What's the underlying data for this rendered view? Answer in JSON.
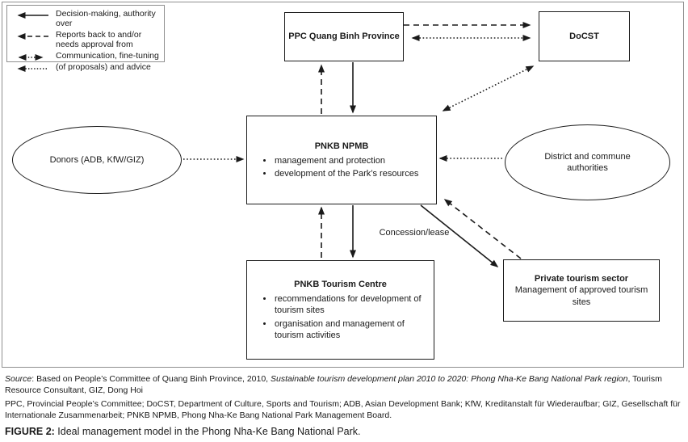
{
  "legend": {
    "items": [
      {
        "arrow": "solid-left-arrow",
        "label": "Decision-making, authority over"
      },
      {
        "arrow": "dashed-left-arrow",
        "label": "Reports back to and/or needs approval from"
      },
      {
        "arrow": "dotted-double-arrow",
        "label": "Communication, fine-tuning"
      },
      {
        "arrow": "dotted-left-arrow",
        "label": "(of proposals) and advice"
      }
    ]
  },
  "nodes": {
    "ppc": {
      "title": "PPC Quang Binh Province"
    },
    "docst": {
      "title": "DoCST"
    },
    "npmb": {
      "title": "PNKB NPMB",
      "bullets": [
        "management and protection",
        "development of the Park’s resources"
      ]
    },
    "donors": {
      "title": "Donors (ADB, KfW/GIZ)"
    },
    "district": {
      "title": "District and commune authorities"
    },
    "tourism_centre": {
      "title": "PNKB Tourism Centre",
      "bullets": [
        "recommendations for development of tourism sites",
        "organisation and management of tourism activities"
      ]
    },
    "private_sector": {
      "title": "Private tourism sector",
      "subtitle": "Management of approved tourism sites"
    }
  },
  "edge_labels": {
    "concession": "Concession/lease"
  },
  "footer": {
    "source_word": "Source",
    "source_mid": ": Based on People’s Committee of Quang Binh Province, 2010, ",
    "source_italic": "Sustainable tourism development plan 2010 to 2020: Phong Nha-Ke Bang National Park region",
    "source_suffix": ", Tourism Resource Consultant, GIZ, Dong Hoi",
    "abbreviations": "PPC, Provincial People’s Committee; DoCST, Department of Culture, Sports and Tourism; ADB, Asian Development Bank; KfW, Kreditanstalt für Wiederaufbar; GIZ, Gesellschaft für Internationale Zusammenarbeit; PNKB NPMB, Phong Nha-Ke Bang National Park Management Board.",
    "figure_label": "FIGURE 2:",
    "figure_caption": " Ideal management model in the Phong Nha-Ke Bang National Park."
  },
  "colors": {
    "ink": "#1a1a1a",
    "frame_border": "#8f8f8f",
    "background": "#ffffff"
  }
}
